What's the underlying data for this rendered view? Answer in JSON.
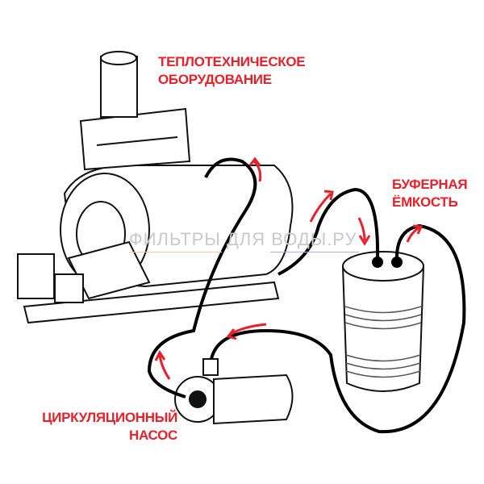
{
  "labels": {
    "heating_equipment": [
      "ТЕПЛОТЕХНИЧЕСКОЕ",
      "ОБОРУДОВАНИЕ"
    ],
    "buffer_tank": [
      "БУФЕРНАЯ",
      "ЁМКОСТЬ"
    ],
    "circulation_pump": [
      "ЦИРКУЛЯЦИОННЫЙ",
      "НАСОС"
    ]
  },
  "watermark": "ФИЛЬТРЫ ДЛЯ ВОДЫ.РУ",
  "colors": {
    "label": "#e8202a",
    "pipe": "#000000",
    "arrow": "#e8202a"
  }
}
